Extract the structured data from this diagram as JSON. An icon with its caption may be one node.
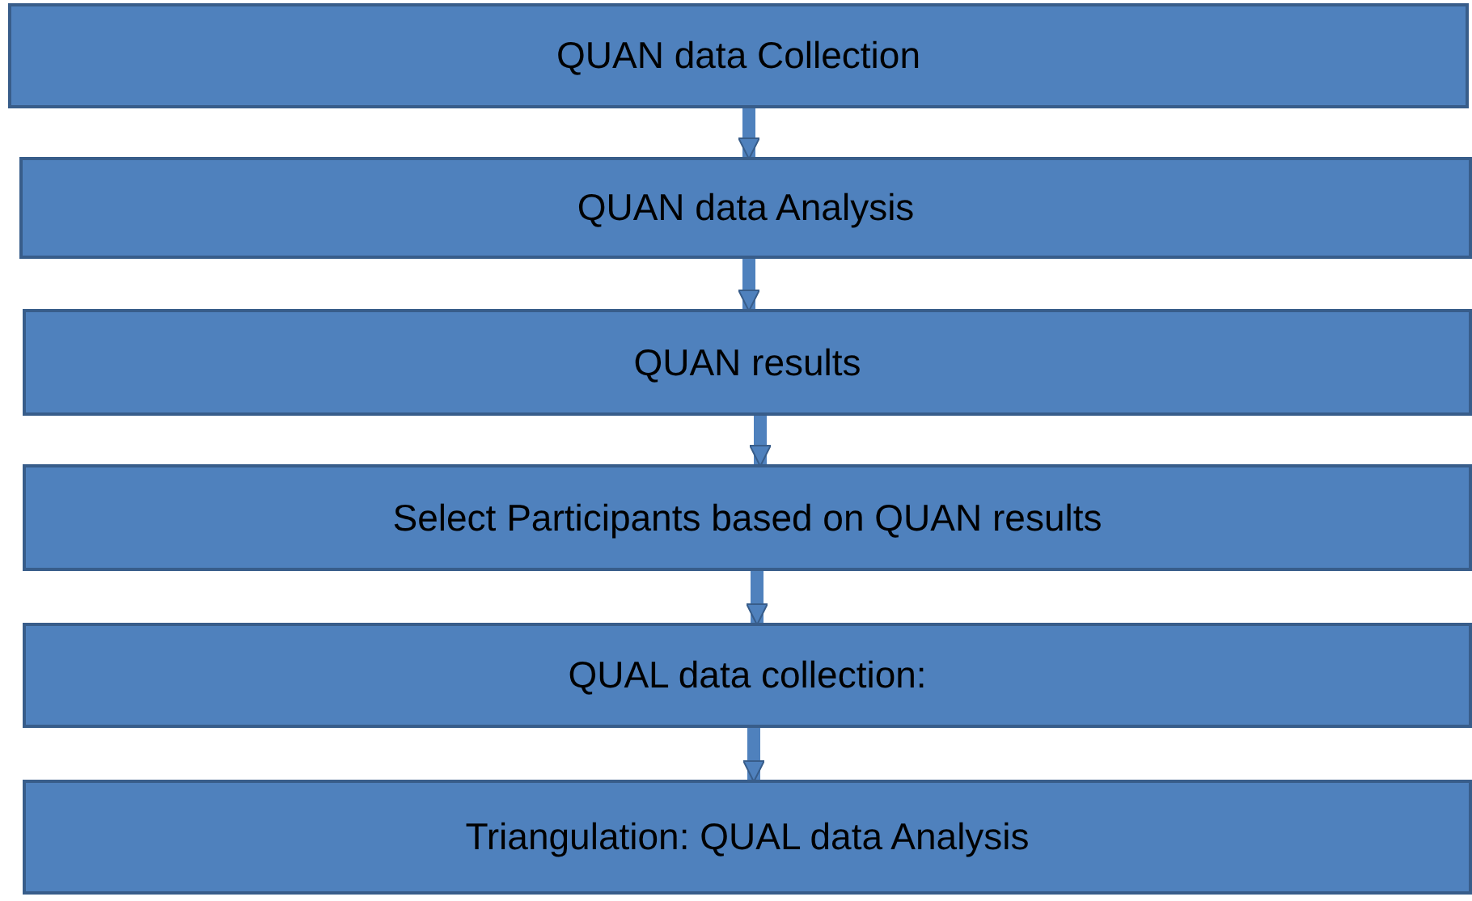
{
  "diagram": {
    "nodes": [
      {
        "text": [
          "QUAN data Collection"
        ]
      },
      {
        "text": [
          "QUAN data Analysis"
        ]
      },
      {
        "text": [
          "QUAN results"
        ]
      },
      {
        "text": [
          "Select Participants based on QUAN results"
        ]
      },
      {
        "text": [
          "QUAL data collection:"
        ]
      },
      {
        "text": [
          "Triangulation: QUAL data Analysis"
        ]
      }
    ],
    "edges": [
      {
        "from": 0,
        "to": 1,
        "arrow": "to"
      },
      {
        "from": 1,
        "to": 2,
        "arrow": "to"
      },
      {
        "from": 2,
        "to": 3,
        "arrow": "to"
      },
      {
        "from": 3,
        "to": 4,
        "arrow": "to"
      },
      {
        "from": 4,
        "to": 5,
        "arrow": "to"
      }
    ]
  }
}
